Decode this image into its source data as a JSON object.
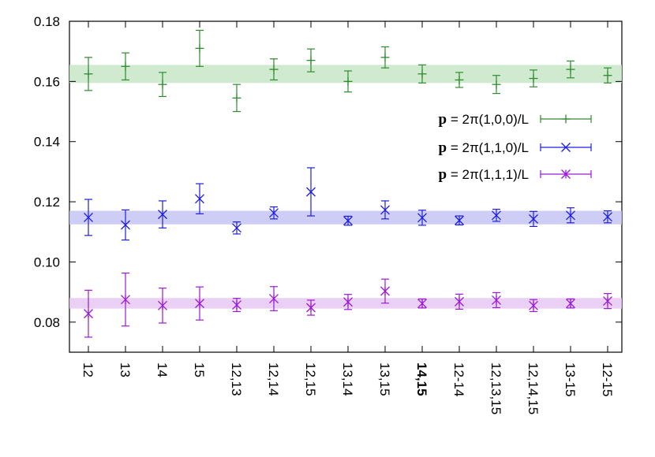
{
  "chart_data": {
    "type": "scatter",
    "title": "",
    "xlabel": "",
    "ylabel": "",
    "categories": [
      "12",
      "13",
      "14",
      "15",
      "12,13",
      "12,14",
      "12,15",
      "13,14",
      "13,15",
      "14,15",
      "12-14",
      "12,13,15",
      "12,14,15",
      "13-15",
      "12-15"
    ],
    "highlight_category": "14,15",
    "ylim": [
      0.07,
      0.18
    ],
    "yticks": [
      "0.08",
      "0.10",
      "0.12",
      "0.14",
      "0.16",
      "0.18"
    ],
    "grid": false,
    "legend_position": "right",
    "series": [
      {
        "name_bold": "p",
        "name": " = 2π(1,0,0)/L",
        "color": "#2e8b2e",
        "band_color": "#c8e6c8",
        "marker": "plus",
        "band": [
          0.1595,
          0.1655
        ],
        "values": [
          0.1625,
          0.165,
          0.159,
          0.171,
          0.1545,
          0.164,
          0.167,
          0.16,
          0.168,
          0.1625,
          0.1605,
          0.159,
          0.161,
          0.164,
          0.162
        ],
        "errors": [
          0.0055,
          0.0045,
          0.004,
          0.006,
          0.0045,
          0.0035,
          0.0038,
          0.0035,
          0.0035,
          0.003,
          0.0025,
          0.003,
          0.0028,
          0.0028,
          0.0025
        ]
      },
      {
        "name_bold": "p",
        "name": " = 2π(1,1,0)/L",
        "color": "#1e1ee0",
        "band_color": "#c4c4f4",
        "marker": "cross",
        "band": [
          0.1125,
          0.117
        ],
        "values": [
          0.1148,
          0.1123,
          0.1158,
          0.121,
          0.1113,
          0.1163,
          0.1233,
          0.1137,
          0.1173,
          0.1147,
          0.1138,
          0.1155,
          0.1143,
          0.1155,
          0.115
        ],
        "errors": [
          0.006,
          0.005,
          0.0045,
          0.005,
          0.002,
          0.002,
          0.008,
          0.0015,
          0.003,
          0.0025,
          0.0015,
          0.002,
          0.0025,
          0.0025,
          0.002
        ]
      },
      {
        "name_bold": "p",
        "name": " = 2π(1,1,1)/L",
        "color": "#9a1ad4",
        "band_color": "#e8c8f4",
        "marker": "star",
        "band": [
          0.0845,
          0.088
        ],
        "values": [
          0.0828,
          0.0875,
          0.0855,
          0.0862,
          0.0857,
          0.0878,
          0.0848,
          0.0867,
          0.0903,
          0.0862,
          0.0868,
          0.0873,
          0.0855,
          0.0862,
          0.087
        ],
        "errors": [
          0.0078,
          0.0088,
          0.0058,
          0.0055,
          0.0022,
          0.004,
          0.0025,
          0.0025,
          0.004,
          0.0015,
          0.0025,
          0.0025,
          0.002,
          0.0015,
          0.0025
        ]
      }
    ]
  }
}
